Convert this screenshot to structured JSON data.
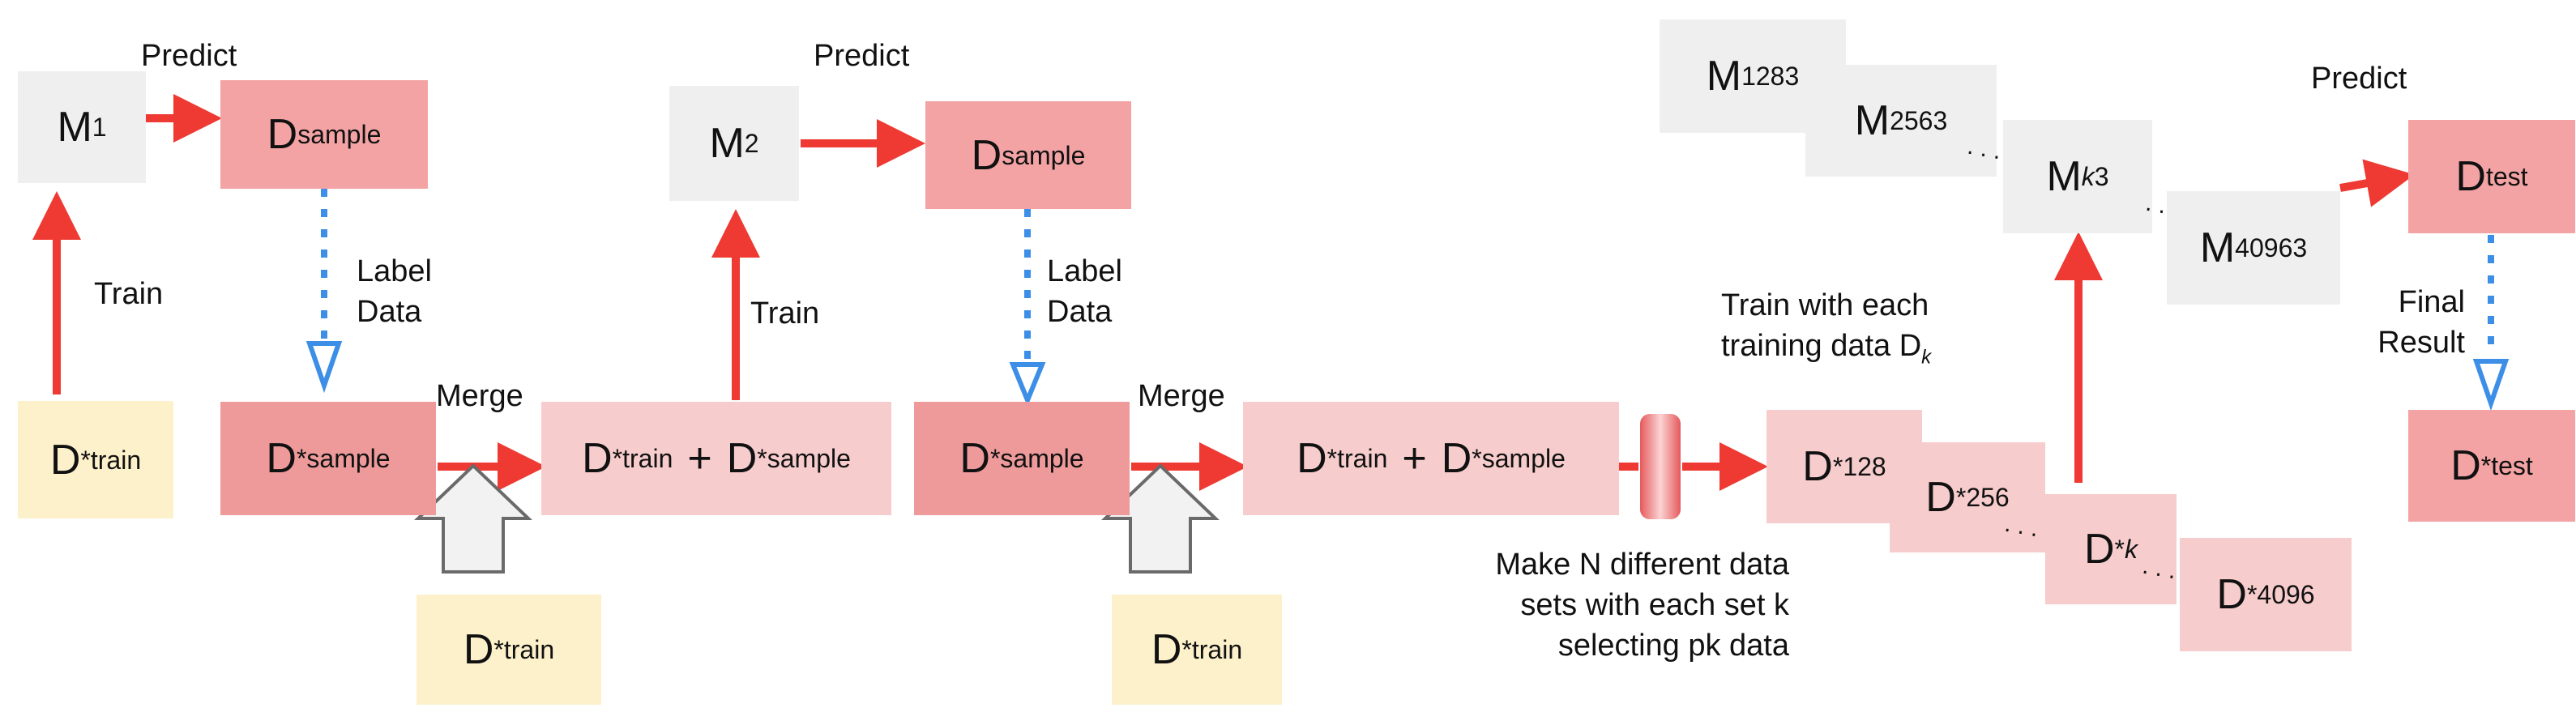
{
  "labels": {
    "predict": "Predict",
    "train": "Train",
    "label": "Label",
    "data": "Data",
    "merge": "Merge",
    "final": "Final",
    "result": "Result",
    "train_with_line1": "Train with each",
    "train_with_line2_prefix": "training data D",
    "train_with_line2_sub": "k",
    "make_line1": "Make N different data",
    "make_line2": "sets with each set k",
    "make_line3": "selecting pk data",
    "plus": "+",
    "dots": ". . ."
  },
  "symbols": {
    "M": "M",
    "D": "D",
    "star": "*",
    "sub_1": "1",
    "sub_2": "2",
    "sub_3": "3",
    "sub_train": "train",
    "sub_sample": "sample",
    "sub_test": "test",
    "sub_128": "128",
    "sub_256": "256",
    "sub_k": "k",
    "sub_4096": "4096",
    "sup_128": "128",
    "sup_256": "256",
    "sup_k": "k",
    "sup_4096": "4096"
  },
  "colors": {
    "model_box": "#efefef",
    "train_data_box": "#fdf1cb",
    "merged_box": "#f7cccc",
    "sample_box": "#ee9a9b",
    "arrow_red": "#ee3a32",
    "arrow_blue": "#3d8ee6",
    "merge_arrow_fill": "#f2f2f2"
  }
}
